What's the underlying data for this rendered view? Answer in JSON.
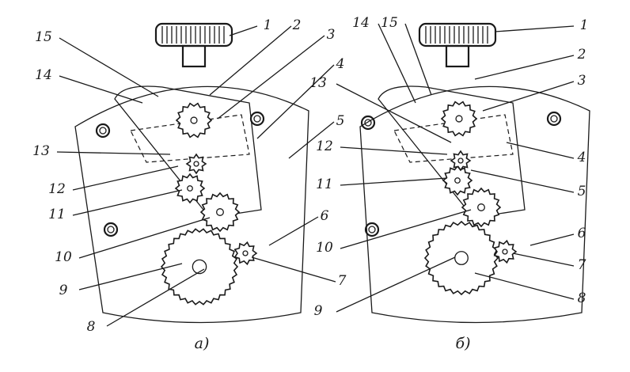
{
  "panels": [
    {
      "caption": "а)",
      "labels": [
        {
          "id": "1",
          "text": "1"
        },
        {
          "id": "2",
          "text": "2"
        },
        {
          "id": "3",
          "text": "3"
        },
        {
          "id": "4",
          "text": "4"
        },
        {
          "id": "5",
          "text": "5"
        },
        {
          "id": "6",
          "text": "6"
        },
        {
          "id": "7",
          "text": "7"
        },
        {
          "id": "8",
          "text": "8"
        },
        {
          "id": "9",
          "text": "9"
        },
        {
          "id": "10",
          "text": "10"
        },
        {
          "id": "11",
          "text": "11"
        },
        {
          "id": "12",
          "text": "12"
        },
        {
          "id": "13",
          "text": "13"
        },
        {
          "id": "14",
          "text": "14"
        },
        {
          "id": "15",
          "text": "15"
        }
      ]
    },
    {
      "caption": "б)",
      "labels": [
        {
          "id": "1",
          "text": "1"
        },
        {
          "id": "2",
          "text": "2"
        },
        {
          "id": "3",
          "text": "3"
        },
        {
          "id": "4",
          "text": "4"
        },
        {
          "id": "5",
          "text": "5"
        },
        {
          "id": "6",
          "text": "6"
        },
        {
          "id": "7",
          "text": "7"
        },
        {
          "id": "8",
          "text": "8"
        },
        {
          "id": "9",
          "text": "9"
        },
        {
          "id": "10",
          "text": "10"
        },
        {
          "id": "11",
          "text": "11"
        },
        {
          "id": "12",
          "text": "12"
        },
        {
          "id": "13",
          "text": "13"
        },
        {
          "id": "14",
          "text": "14"
        },
        {
          "id": "15",
          "text": "15"
        }
      ]
    }
  ]
}
